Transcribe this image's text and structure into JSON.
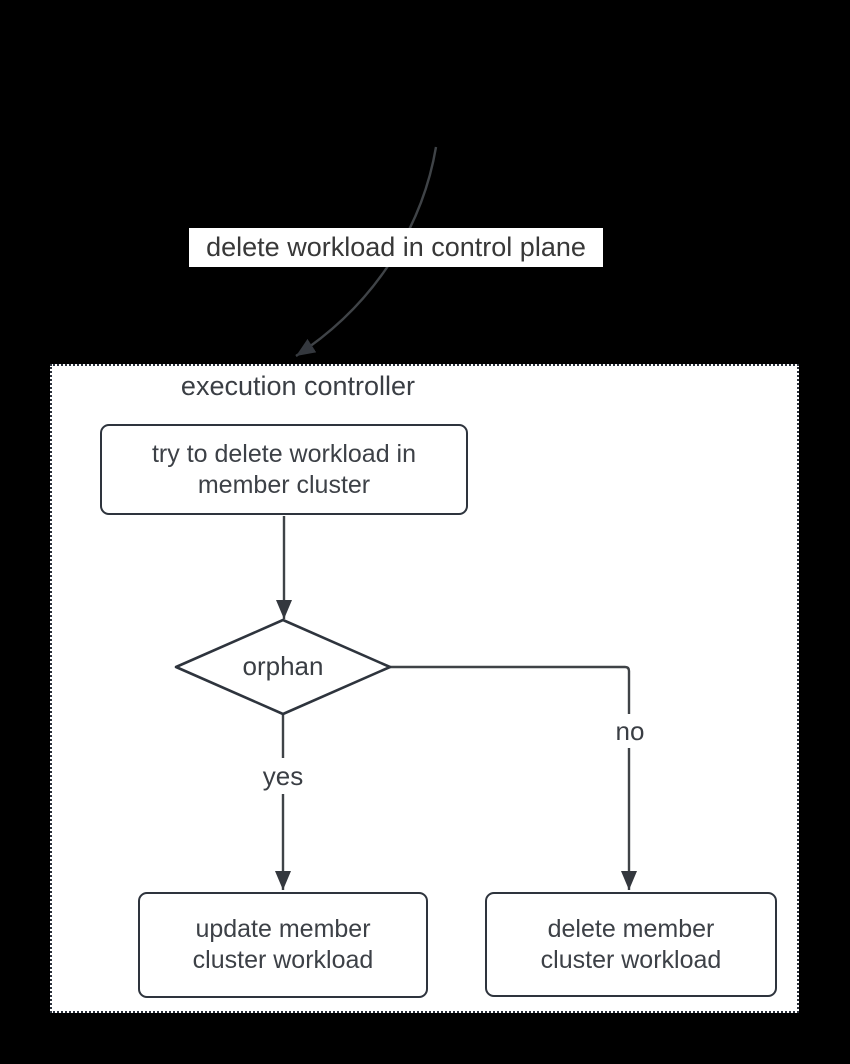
{
  "diagram": {
    "entry_label": "delete workload in control plane",
    "container_title": "execution controller",
    "nodes": {
      "try_delete": "try to delete workload in member cluster",
      "decision": "orphan",
      "update_member": "update member cluster workload",
      "delete_member": "delete member cluster workload"
    },
    "edge_labels": {
      "yes": "yes",
      "no": "no"
    },
    "colors": {
      "page_background": "#000000",
      "container_fill": "#ffffff",
      "container_border": "#2c323c",
      "shape_border": "#2e343d",
      "connector": "#3f4347",
      "text": "#3a3e44"
    }
  }
}
